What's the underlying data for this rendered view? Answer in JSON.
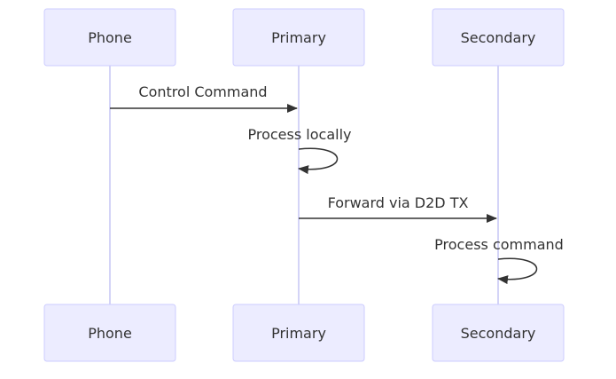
{
  "diagram": {
    "type": "sequence",
    "participants": [
      {
        "id": "phone",
        "label": "Phone"
      },
      {
        "id": "primary",
        "label": "Primary"
      },
      {
        "id": "secondary",
        "label": "Secondary"
      }
    ],
    "messages": [
      {
        "from": "phone",
        "to": "primary",
        "label": "Control Command"
      },
      {
        "from": "primary",
        "to": "primary",
        "label": "Process locally"
      },
      {
        "from": "primary",
        "to": "secondary",
        "label": "Forward via D2D TX"
      },
      {
        "from": "secondary",
        "to": "secondary",
        "label": "Process command"
      }
    ],
    "colors": {
      "actor_fill": "#ECECFF",
      "actor_stroke": "#CCCCFF",
      "lifeline": "#D4D4F7",
      "text": "#333333",
      "arrow": "#333333"
    }
  }
}
